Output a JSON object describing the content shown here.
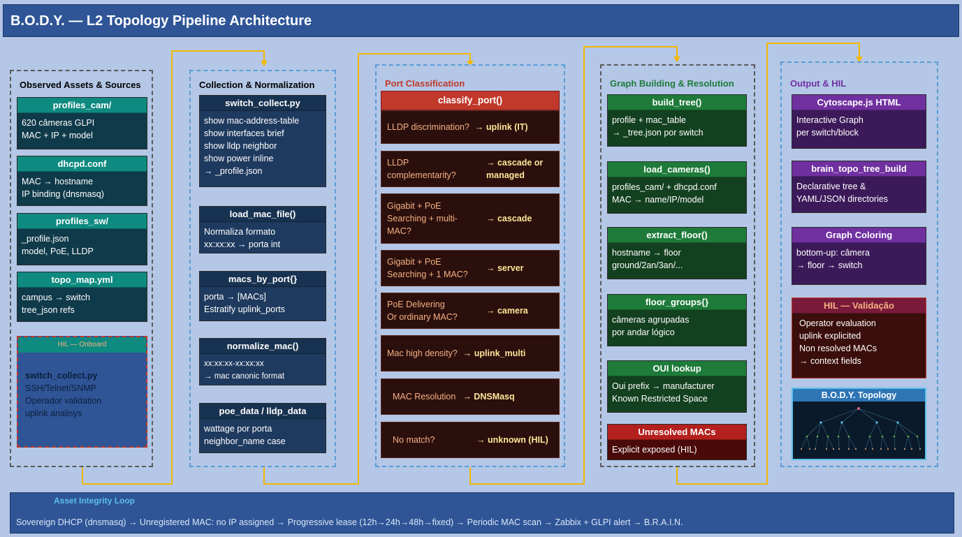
{
  "header": {
    "title": "B.O.D.Y. — L2 Topology Pipeline Architecture"
  },
  "col1": {
    "title": "Observed Assets & Sources",
    "boxes": [
      {
        "title": "profiles_cam/",
        "body": "620 câmeras GLPI\nMAC + IP + model"
      },
      {
        "title": "dhcpd.conf",
        "body": "MAC → hostname\nIP binding (dnsmasq)"
      },
      {
        "title": "profiles_sw/",
        "body": "_profile.json\nmodel, PoE, LLDP"
      },
      {
        "title": "topo_map.yml",
        "body": "campus → switch\ntree_json refs"
      }
    ],
    "hil": {
      "title": "HIL — Onboard",
      "strong": "switch_collect.py",
      "body": "SSH/Telnet/SNMP\nOperador validation\nuplink analisys"
    }
  },
  "col2": {
    "title": "Collection & Normalization",
    "boxes": [
      {
        "title": "switch_collect.py",
        "body": "show mac-address-table\nshow interfaces brief\nshow lldp neighbor\nshow power inline\n→ _profile.json"
      },
      {
        "title": "load_mac_file()",
        "body": "Normaliza formato\nxx:xx:xx → porta int"
      },
      {
        "title": "macs_by_port{}",
        "body": "porta → [MACs]\nEstratify uplink_ports"
      },
      {
        "title": "normalize_mac()",
        "body": "xx:xx:xx-xx:xx:xx\n→ mac canonic format"
      },
      {
        "title": "poe_data / lldp_data",
        "body": "wattage por porta\nneighbor_name case"
      }
    ]
  },
  "col3": {
    "title": "Port Classification",
    "header": "classify_port()",
    "rules": [
      {
        "cond": "LLDP discrimination?",
        "res": "→ uplink (IT)"
      },
      {
        "cond": "LLDP\ncomplementarity?",
        "res": "→ cascade or\nmanaged"
      },
      {
        "cond": "Gigabit + PoE\nSearching + multi-\nMAC?",
        "res": "→ cascade"
      },
      {
        "cond": "Gigabit + PoE\nSearching + 1 MAC?",
        "res": "→ server"
      },
      {
        "cond": "PoE Delivering\nOr ordinary  MAC?",
        "res": "→ camera"
      },
      {
        "cond": "Mac high density?",
        "res": "→ uplink_multi"
      },
      {
        "cond": "MAC Resolution",
        "res": "→ DNSMasq"
      },
      {
        "cond": "No match?",
        "res": "→ unknown (HIL)"
      }
    ]
  },
  "col4": {
    "title": "Graph Building & Resolution",
    "boxes": [
      {
        "title": "build_tree()",
        "body": "profile + mac_table\n→ _tree.json por switch"
      },
      {
        "title": "load_cameras()",
        "body": "profiles_cam/ + dhcpd.conf\nMAC → name/IP/model"
      },
      {
        "title": "extract_floor()",
        "body": "hostname → floor\nground/2an/3an/..."
      },
      {
        "title": "floor_groups{}",
        "body": "câmeras agrupadas\npor andar lógico"
      },
      {
        "title": "OUI lookup",
        "body": "Oui prefix → manufacturer\nKnown Restricted Space"
      },
      {
        "title": "Unresolved MACs",
        "body": "Explicit exposed (HIL)"
      }
    ]
  },
  "col5": {
    "title": "Output & HIL",
    "boxes": [
      {
        "title": "Cytoscape.js HTML",
        "body": "Interactive Graph\nper switch/block"
      },
      {
        "title": "brain_topo_tree_build",
        "body": "Declarative tree &\nYAML/JSON directories"
      },
      {
        "title": "Graph Coloring",
        "body": "bottom-up: câmera\n→ floor → switch"
      },
      {
        "title": "HIL — Validação",
        "body": "Operator evaluation\nuplink explicited\nNon resolved MACs\n → context fields"
      }
    ],
    "thumb": {
      "title": "B.O.D.Y. Topology"
    }
  },
  "loop": {
    "title": "Asset Integrity Loop",
    "body": "Sovereign DHCP (dnsmasq) → Unregistered MAC: no IP assigned → Progressive lease (12h→24h→48h→fixed) → Periodic MAC scan → Zabbix + GLPI alert → B.R.A.I.N."
  },
  "colors": {
    "col1_header": "#0e8a80",
    "col3_header": "#c0392b",
    "col3_title": "#c0392b",
    "col4_title": "#1e7b3a",
    "col5_title": "#7030a0",
    "wire": "#f2b705"
  }
}
